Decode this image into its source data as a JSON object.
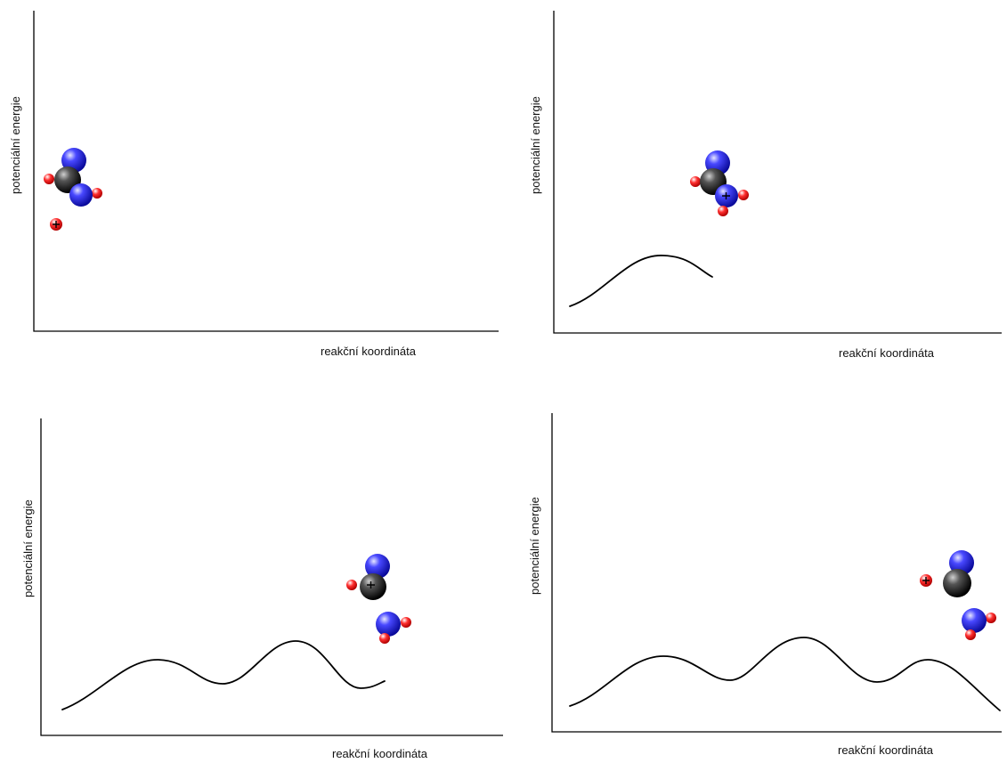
{
  "labels": {
    "y_axis": "potenciální energie",
    "x_axis": "reakční koordináta",
    "charge": "+"
  },
  "panels": [
    {
      "stage": 1,
      "peaks_shown": 0
    },
    {
      "stage": 2,
      "peaks_shown": 1
    },
    {
      "stage": 3,
      "peaks_shown": 2
    },
    {
      "stage": 4,
      "peaks_shown": 3
    }
  ],
  "colors": {
    "carbon": "#1a1a1a",
    "nitrogen": "#2020e0",
    "oxygen": "#ee1111",
    "axis": "#000000"
  }
}
